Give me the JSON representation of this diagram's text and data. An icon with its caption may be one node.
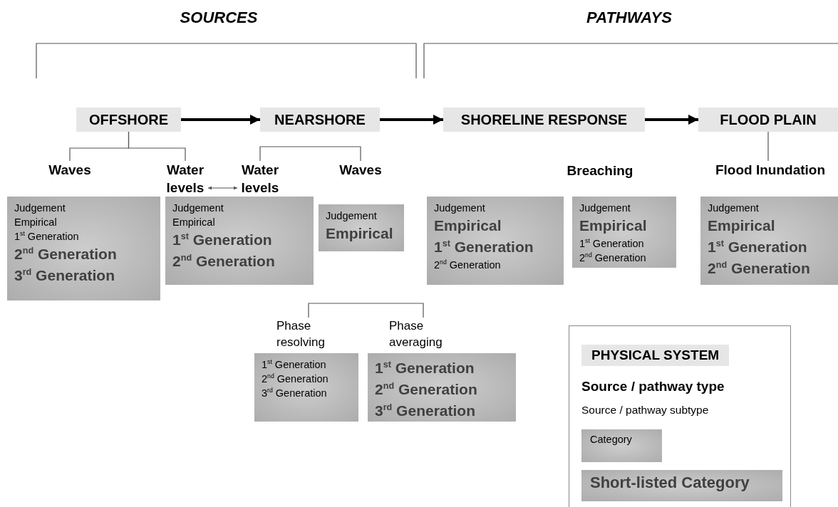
{
  "diagram": {
    "nodes": [
      {
        "text": [
          "OFFSHORE"
        ]
      },
      {
        "text": [
          "NEARSHORE"
        ]
      },
      {
        "text": [
          "SHORELINE RESPONSE"
        ]
      },
      {
        "text": [
          "FLOOD PLAIN"
        ]
      },
      {
        "text": [
          "Waves"
        ]
      },
      {
        "text": [
          "Water levels"
        ]
      },
      {
        "text": [
          "Water levels"
        ]
      },
      {
        "text": [
          "Waves"
        ]
      },
      {
        "text": [
          "Breaching"
        ]
      },
      {
        "text": [
          "Flood Inundation"
        ]
      },
      {
        "text": [
          "Judgement",
          "Empirical",
          "1$^{st}$ Generation",
          "2$^{nd}$ Generation",
          "3$^{rd}$ Generation"
        ]
      },
      {
        "text": [
          "Judgement",
          "Empirical",
          "1$^{st}$ Generation",
          "2$^{nd}$ Generation"
        ]
      },
      {
        "text": [
          "Judgement",
          "Empirical"
        ]
      },
      {
        "text": [
          "Judgement",
          "Empirical",
          "1$^{st}$ Generation",
          "2$^{nd}$ Generation"
        ]
      },
      {
        "text": [
          "Judgement",
          "Empirical",
          "1$^{st}$ Generation",
          "2$^{nd}$ Generation"
        ]
      },
      {
        "text": [
          "Judgement",
          "Empirical",
          "1$^{st}$ Generation",
          "2$^{nd}$ Generation"
        ]
      },
      {
        "text": [
          "Phase resolving"
        ]
      },
      {
        "text": [
          "Phase averaging"
        ]
      },
      {
        "text": [
          "1$^{st}$ Generation",
          "2$^{nd}$ Generation",
          "3$^{rd}$ Generation"
        ]
      },
      {
        "text": [
          "1$^{st}$ Generation",
          "2$^{nd}$ Generation",
          "3$^{rd}$ Generation"
        ]
      }
    ],
    "edges": [
      {
        "from": 0,
        "to": 1,
        "arrow": "to",
        "style": "thick"
      },
      {
        "from": 1,
        "to": 2,
        "arrow": "to",
        "style": "thick"
      },
      {
        "from": 2,
        "to": 3,
        "arrow": "to",
        "style": "thick"
      },
      {
        "from": 0,
        "to": 4,
        "arrow": "none"
      },
      {
        "from": 0,
        "to": 5,
        "arrow": "none"
      },
      {
        "from": 5,
        "to": 6,
        "arrow": "both"
      },
      {
        "from": 6,
        "to": 7,
        "arrow": "none"
      },
      {
        "from": 3,
        "to": 9,
        "arrow": "none"
      },
      {
        "from": 16,
        "to": 17,
        "arrow": "none"
      }
    ],
    "labels": [
      "SOURCES",
      "PATHWAYS"
    ],
    "legend": [
      {
        "text": "PHYSICAL SYSTEM"
      },
      {
        "text": "Source / pathway type"
      },
      {
        "text": "Source / pathway subtype"
      },
      {
        "text": "Category"
      },
      {
        "text": "Short-listed Category"
      }
    ]
  }
}
